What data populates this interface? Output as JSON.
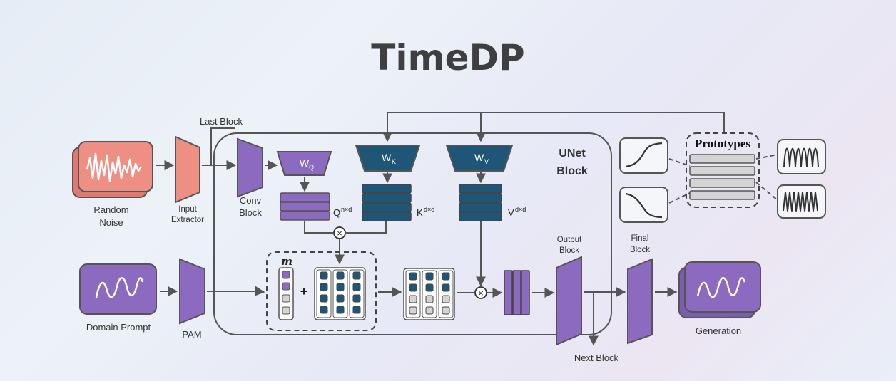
{
  "title": "TimeDP",
  "labels": {
    "last_block": "Last Block",
    "random_noise": [
      "Random",
      "Noise"
    ],
    "input_extractor": [
      "Input",
      "Extractor"
    ],
    "conv_block": [
      "Conv",
      "Block"
    ],
    "unet_block": [
      "UNet",
      "Block"
    ],
    "prototypes": "Prototypes",
    "domain_prompt": "Domain Prompt",
    "pam": "PAM",
    "output_block": [
      "Output",
      "Block"
    ],
    "final_block": [
      "Final",
      "Block"
    ],
    "generation": "Generation",
    "next_block": "Next Block",
    "m": "m",
    "plus": "+",
    "times": "×"
  },
  "weights": {
    "q": {
      "main": "W",
      "sub": "Q"
    },
    "k": {
      "main": "W",
      "sub": "K"
    },
    "v": {
      "main": "W",
      "sub": "V"
    }
  },
  "matrices": {
    "q": {
      "main": "Q",
      "sup": "n×d"
    },
    "k": {
      "main": "K",
      "sup": "d×d"
    },
    "v": {
      "main": "V",
      "sup": "d×d"
    }
  },
  "colors": {
    "noise": "#ea8a80",
    "purple": "#8b6ac0",
    "teal": "#1f5577",
    "gray": "#d4d4d4",
    "line": "#555555"
  }
}
